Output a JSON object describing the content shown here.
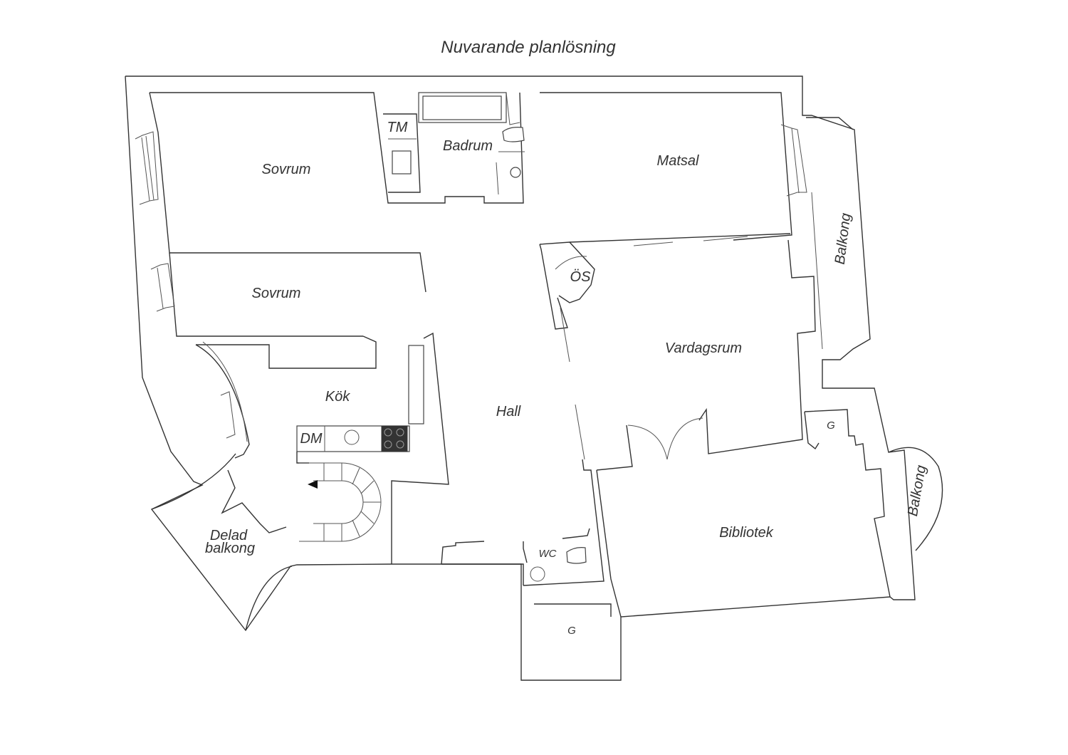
{
  "title": "Nuvarande planlösning",
  "rooms": {
    "sovrum_1": "Sovrum",
    "sovrum_2": "Sovrum",
    "badrum": "Badrum",
    "tm": "TM",
    "matsal": "Matsal",
    "balkong_right": "Balkong",
    "os": "ÖS",
    "vardagsrum": "Vardagsrum",
    "kok": "Kök",
    "hall": "Hall",
    "dm": "DM",
    "g_right": "G",
    "balkong_round": "Balkong",
    "bibliotek": "Bibliotek",
    "delad_balkong_line1": "Delad",
    "delad_balkong_line2": "balkong",
    "wc": "WC",
    "g_bottom": "G"
  },
  "colors": {
    "line": "#333333",
    "background": "#ffffff"
  }
}
